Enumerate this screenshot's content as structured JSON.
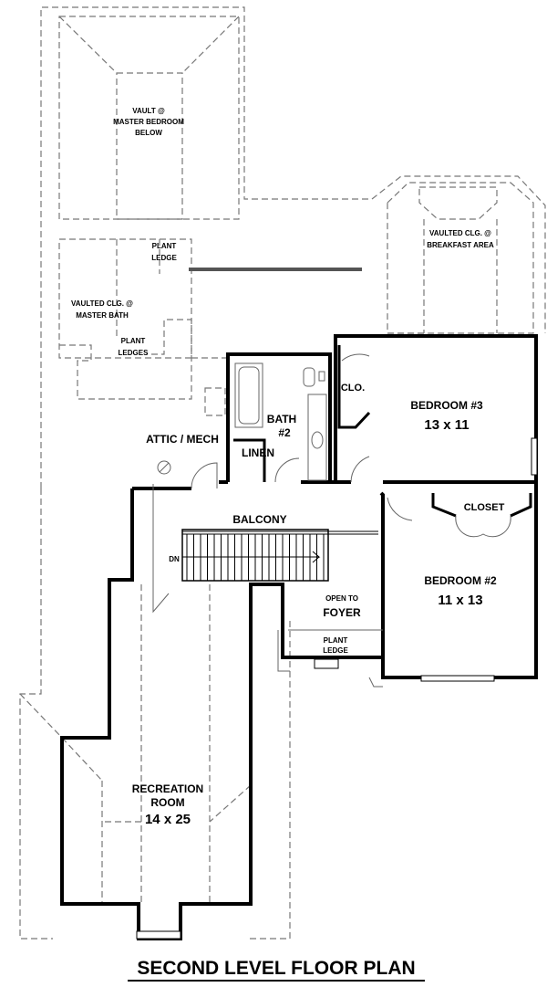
{
  "title": "SECOND LEVEL FLOOR PLAN",
  "rooms": {
    "vault_master_line1": "VAULT @",
    "vault_master_line2": "MASTER BEDROOM",
    "vault_master_line3": "BELOW",
    "plant_ledge_top": "PLANT",
    "plant_ledge_top_2": "LEDGE",
    "vaulted_master_bath_line1": "VAULTED CLG. @",
    "vaulted_master_bath_line2": "MASTER BATH",
    "plant_ledges_line1": "PLANT",
    "plant_ledges_line2": "LEDGES",
    "vaulted_breakfast_line1": "VAULTED CLG. @",
    "vaulted_breakfast_line2": "BREAKFAST AREA",
    "clo": "CLO.",
    "bedroom3_name": "BEDROOM #3",
    "bedroom3_size": "13 x 11",
    "bath2_line1": "BATH",
    "bath2_line2": "#2",
    "linen": "LINEN",
    "attic_mech": "ATTIC / MECH",
    "balcony": "BALCONY",
    "closet": "CLOSET",
    "bedroom2_name": "BEDROOM #2",
    "bedroom2_size": "11 x 13",
    "dn": "DN",
    "open_to_line1": "OPEN TO",
    "open_to_line2": "FOYER",
    "plant_ledge_bottom_1": "PLANT",
    "plant_ledge_bottom_2": "LEDGE",
    "recreation_line1": "RECREATION",
    "recreation_line2": "ROOM",
    "recreation_size": "14 x 25"
  }
}
